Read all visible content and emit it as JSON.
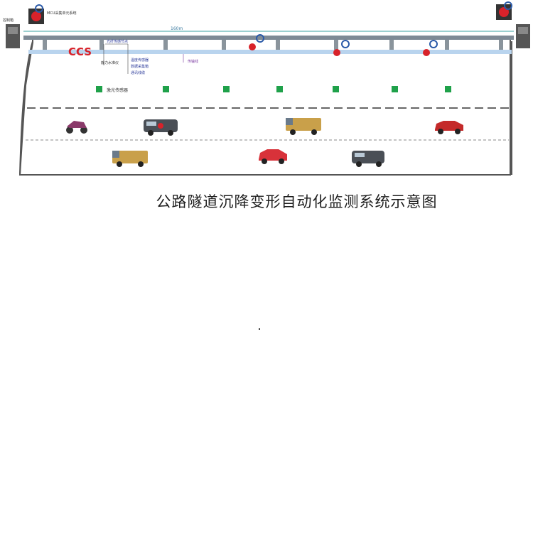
{
  "title": "公路隧道沉降变形自动化监测系统示意图",
  "labels": {
    "control_box_left": "控制箱",
    "top_left_unit": "MCU采集单元系统",
    "span_length": "160m",
    "anno_1": "光纤传感节点",
    "anno_2": "静力水准仪",
    "anno_3": "温度传感器",
    "anno_4": "数据采集箱",
    "anno_5": "通讯线缆",
    "anno_6": "传输线",
    "sensor_label": "激光传感器",
    "logo_text": "CCS"
  },
  "colors": {
    "tunnel_line": "#4a4a4a",
    "beam": "#7e8a95",
    "pipe": "#b9d4ee",
    "sensor_green": "#1fa14a",
    "marker_red": "#d8222a",
    "marker_blue": "#2b5aa8",
    "span_line": "#3aa0a0"
  },
  "icons": {
    "sensor": "laser-sensor-icon",
    "marker": "monitoring-point-icon",
    "control_box": "control-box-icon"
  }
}
